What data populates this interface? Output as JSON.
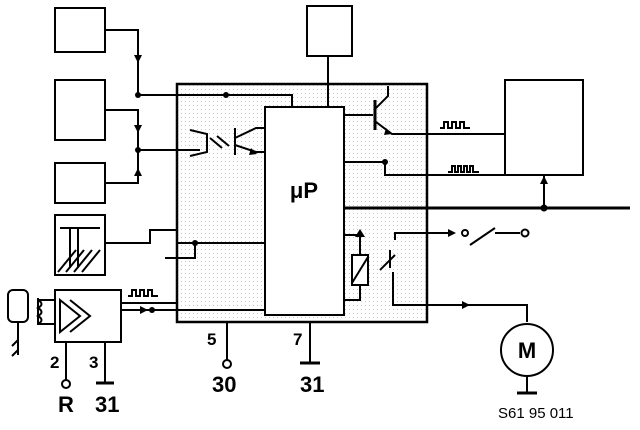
{
  "diagram": {
    "microprocessor_label": "μP",
    "motor_label": "M",
    "pins": {
      "pin_5": "5",
      "pin_7": "7",
      "pin_2": "2",
      "pin_3": "3"
    },
    "terminals": {
      "terminal_30": "30",
      "terminal_31_main": "31",
      "terminal_r": "R",
      "terminal_31_left": "31"
    },
    "reference_code": "S61 95 011"
  }
}
